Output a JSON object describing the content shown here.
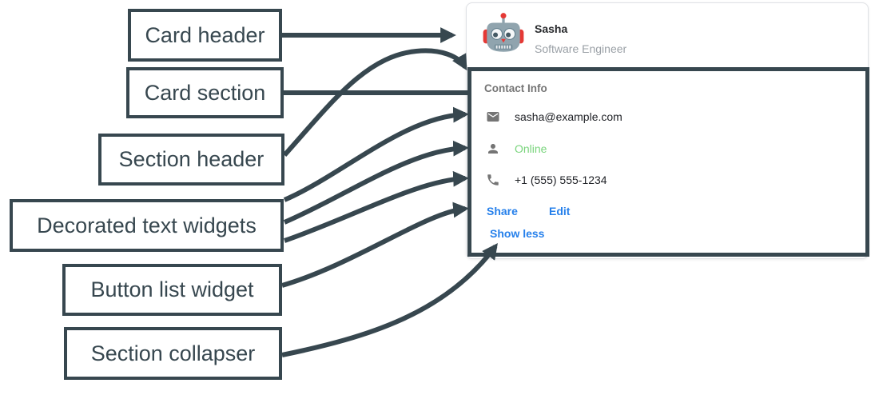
{
  "diagram": {
    "labels": [
      {
        "id": "card-header",
        "text": "Card header"
      },
      {
        "id": "card-section",
        "text": "Card section"
      },
      {
        "id": "section-header",
        "text": "Section header"
      },
      {
        "id": "decorated-text-widgets",
        "text": "Decorated text widgets"
      },
      {
        "id": "button-list-widget",
        "text": "Button list widget"
      },
      {
        "id": "section-collapser",
        "text": "Section collapser"
      }
    ],
    "annotation_color": "#37474F"
  },
  "card": {
    "header": {
      "avatar_icon": "robot-icon",
      "name": "Sasha",
      "subtitle": "Software Engineer"
    },
    "section": {
      "header": "Contact Info",
      "rows": [
        {
          "icon": "mail-icon",
          "text": "sasha@example.com",
          "color": "#212328"
        },
        {
          "icon": "person-icon",
          "text": "Online",
          "color": "#79D47C"
        },
        {
          "icon": "phone-icon",
          "text": "+1 (555) 555-1234",
          "color": "#212328"
        }
      ],
      "buttons": [
        {
          "label": "Share"
        },
        {
          "label": "Edit"
        }
      ],
      "collapser_label": "Show less"
    }
  },
  "colors": {
    "accent_blue": "#2680EB",
    "online_green": "#79D47C",
    "icon_gray": "#757575",
    "subtitle_gray": "#9aa0a6",
    "annotation_dark": "#37474F"
  }
}
